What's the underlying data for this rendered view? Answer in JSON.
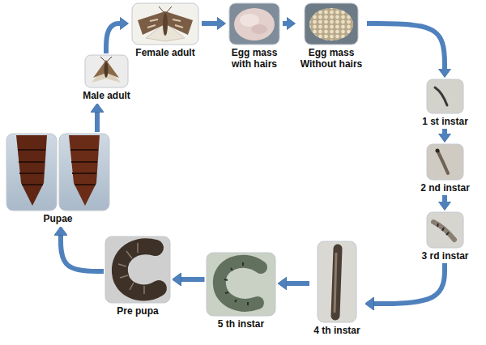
{
  "diagram": {
    "nodes": [
      {
        "text": [
          "Male adult"
        ]
      },
      {
        "text": [
          "Female adult"
        ]
      },
      {
        "text": [
          "Egg mass with hairs"
        ]
      },
      {
        "text": [
          "Egg mass Without hairs"
        ]
      },
      {
        "text": [
          "1 st instar"
        ]
      },
      {
        "text": [
          "2 nd instar"
        ]
      },
      {
        "text": [
          "3 rd instar"
        ]
      },
      {
        "text": [
          "4 th instar"
        ]
      },
      {
        "text": [
          "5 th instar"
        ]
      },
      {
        "text": [
          "Pre pupa"
        ]
      },
      {
        "text": [
          "Pupae"
        ]
      }
    ],
    "edges": [
      {
        "from": 0,
        "to": 1,
        "arrow": "to"
      },
      {
        "from": 1,
        "to": 2,
        "arrow": "to"
      },
      {
        "from": 2,
        "to": 3,
        "arrow": "to"
      },
      {
        "from": 3,
        "to": 4,
        "arrow": "to"
      },
      {
        "from": 4,
        "to": 5,
        "arrow": "to"
      },
      {
        "from": 5,
        "to": 6,
        "arrow": "to"
      },
      {
        "from": 6,
        "to": 7,
        "arrow": "to"
      },
      {
        "from": 7,
        "to": 8,
        "arrow": "to"
      },
      {
        "from": 8,
        "to": 9,
        "arrow": "to"
      },
      {
        "from": 9,
        "to": 10,
        "arrow": "to"
      },
      {
        "from": 10,
        "to": 0,
        "arrow": "to"
      }
    ]
  }
}
